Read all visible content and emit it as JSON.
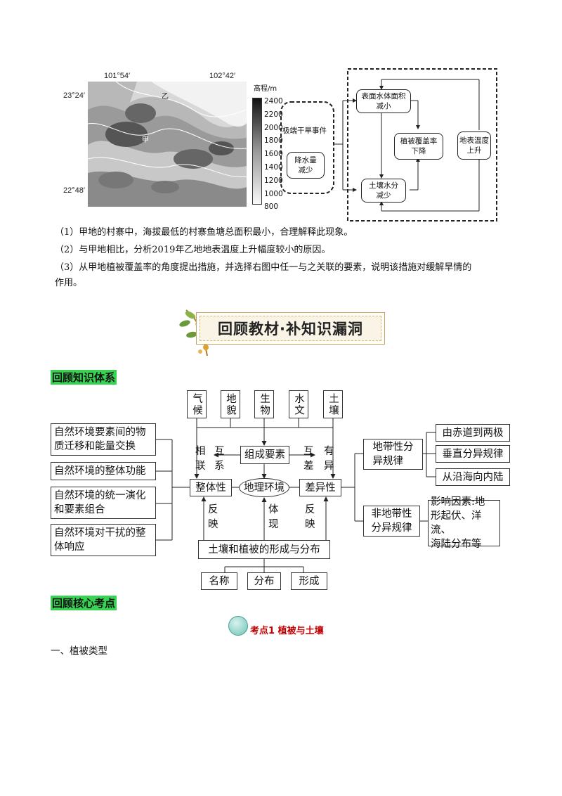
{
  "map": {
    "lon_left": "101°54′",
    "lon_right": "102°42′",
    "lat_top": "23°24′",
    "lat_bottom": "22°48′",
    "label_jia": "甲",
    "label_yi": "乙",
    "legend_title": "高程/m",
    "legend_values": [
      "2400",
      "2200",
      "2000",
      "1800",
      "1600",
      "1400",
      "1200",
      "1000",
      "800"
    ]
  },
  "flow": {
    "drought_event": "极端干旱事件",
    "rain_decrease": "降水量\n减少",
    "surface_water": "表面水体面积\n减小",
    "vegetation": "植被覆盖率\n下降",
    "soil_water": "土壤水分\n减少",
    "surface_temp": "地表温度\n上升"
  },
  "questions": [
    "（1）甲地的村寨中，海拔最低的村寨鱼塘总面积最小，合理解释此现象。",
    "（2）与甲地相比，分析2019年乙地地表温度上升幅度较小的原因。",
    "（3）从甲地植被覆盖率的角度提出措施，并选择右图中任一与之关联的要素，说明该措施对缓解旱情的",
    "作用。"
  ],
  "banner": "回顾教材·补知识漏洞",
  "section1": "回顾知识体系",
  "section2": "回顾核心考点",
  "knowledge": {
    "top_elements": [
      "气候",
      "地貌",
      "生物",
      "水文",
      "土壤"
    ],
    "components": "组成要素",
    "center": "地理环境",
    "whole": "整体性",
    "diff": "差异性",
    "xiang_lian": "相\n联",
    "hu_xi": "互\n系",
    "hu_cha": "互\n差",
    "you_yi": "有\n异",
    "fan_ying_left": "反\n映",
    "ti_xian": "体\n现",
    "fan_ying_right": "反\n映",
    "soil_veg": "土壤和植被的形成与分布",
    "bottom": [
      "名称",
      "分布",
      "形成"
    ],
    "left_items": [
      "自然环境要素间的物\n质迁移和能量交换",
      "自然环境的整体功能",
      "自然环境的统一演化\n和要素组合",
      "自然环境对干扰的整\n体响应"
    ],
    "zonal": "地带性分\n异规律",
    "nonzonal": "非地带性\n分异规律",
    "zonal_items": [
      "由赤道到两极",
      "垂直分异规律",
      "从沿海向内陆"
    ],
    "nonzonal_factors": "影响因素:地\n形起伏、洋流、\n海陆分布等"
  },
  "kaodian": "考点1  植被与土壤",
  "subheading": "一、植被类型"
}
